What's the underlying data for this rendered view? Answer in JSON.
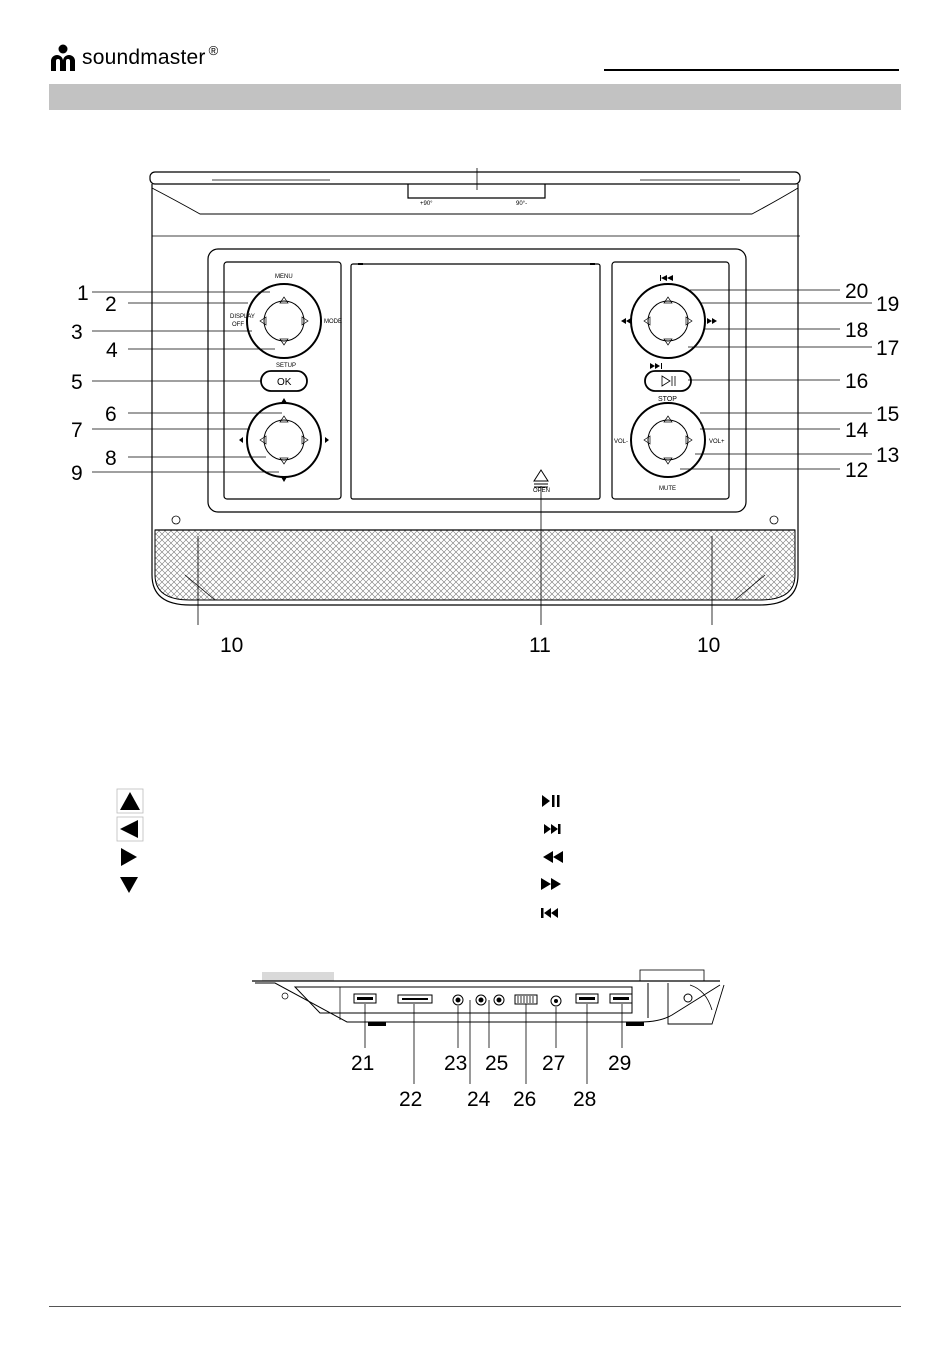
{
  "brand": {
    "name": "soundmaster",
    "registered": "®"
  },
  "device_front": {
    "labels": {
      "menu": "MENU",
      "display": "DISPLAY",
      "off": "OFF",
      "mode": "MODE",
      "setup": "SETUP",
      "ok": "OK",
      "stop": "STOP",
      "vol_minus": "VOL-",
      "vol_plus": "VOL+",
      "mute": "MUTE",
      "open": "OPEN",
      "rot_left": "+90°",
      "rot_right": "90°-"
    },
    "callouts": {
      "c1": "1",
      "c2": "2",
      "c3": "3",
      "c4": "4",
      "c5": "5",
      "c6": "6",
      "c7": "7",
      "c8": "8",
      "c9": "9",
      "c10a": "10",
      "c10b": "10",
      "c11": "11",
      "c12": "12",
      "c13": "13",
      "c14": "14",
      "c15": "15",
      "c16": "16",
      "c17": "17",
      "c18": "18",
      "c19": "19",
      "c20": "20"
    }
  },
  "legend": {
    "left": [
      "up-triangle-icon",
      "left-triangle-icon",
      "right-triangle-icon",
      "down-triangle-icon"
    ],
    "right": [
      "play-pause-icon",
      "next-track-icon",
      "rewind-icon",
      "fast-forward-icon",
      "previous-track-icon"
    ]
  },
  "device_side": {
    "callouts": {
      "c21": "21",
      "c22": "22",
      "c23": "23",
      "c24": "24",
      "c25": "25",
      "c26": "26",
      "c27": "27",
      "c28": "28",
      "c29": "29"
    }
  }
}
